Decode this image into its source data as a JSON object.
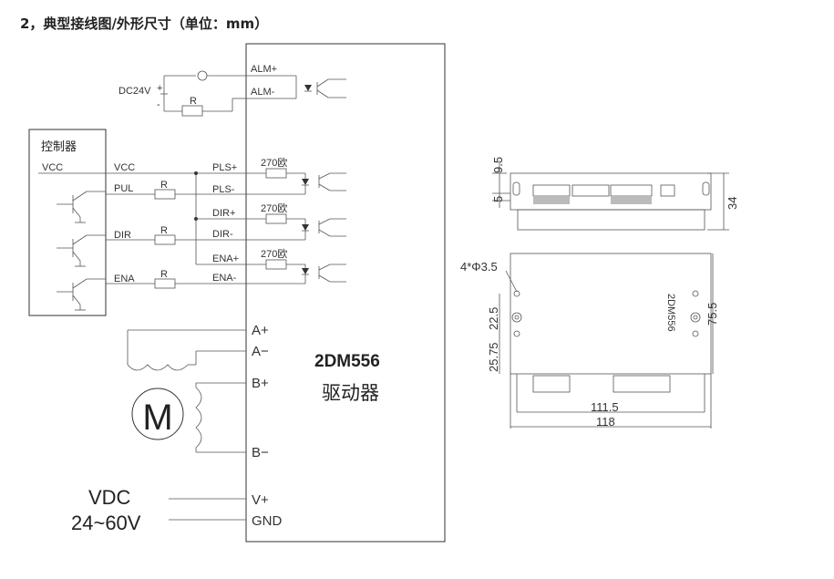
{
  "heading": "2，典型接线图/外形尺寸（单位：mm）",
  "wiring": {
    "controller_label": "控制器",
    "vcc_left": "VCC",
    "vcc_right": "VCC",
    "pul": "PUL",
    "dir": "DIR",
    "ena": "ENA",
    "resistor": "R",
    "dc_supply": "DC24V",
    "dc_plus": "+",
    "dc_minus": "-",
    "r270": "270欧",
    "motor_symbol": "M",
    "power_label_1": "VDC",
    "power_label_2": "24~60V"
  },
  "driver": {
    "model": "2DM556",
    "name": "驱动器",
    "pins": {
      "alm_plus": "ALM+",
      "alm_minus": "ALM-",
      "pls_plus": "PLS+",
      "pls_minus": "PLS-",
      "dir_plus": "DIR+",
      "dir_minus": "DIR-",
      "ena_plus": "ENA+",
      "ena_minus": "ENA-",
      "a_plus": "A+",
      "a_minus": "A−",
      "b_plus": "B+",
      "b_minus": "B−",
      "v_plus": "V+",
      "gnd": "GND"
    }
  },
  "dimensions": {
    "d9_5": "9.5",
    "d5": "5",
    "d34": "34",
    "hole": "4*Φ3.5",
    "d22_5": "22.5",
    "d25_75": "25.75",
    "d75_5": "75.5",
    "d111_5": "111.5",
    "d118": "118",
    "label_model": "2DM556"
  }
}
